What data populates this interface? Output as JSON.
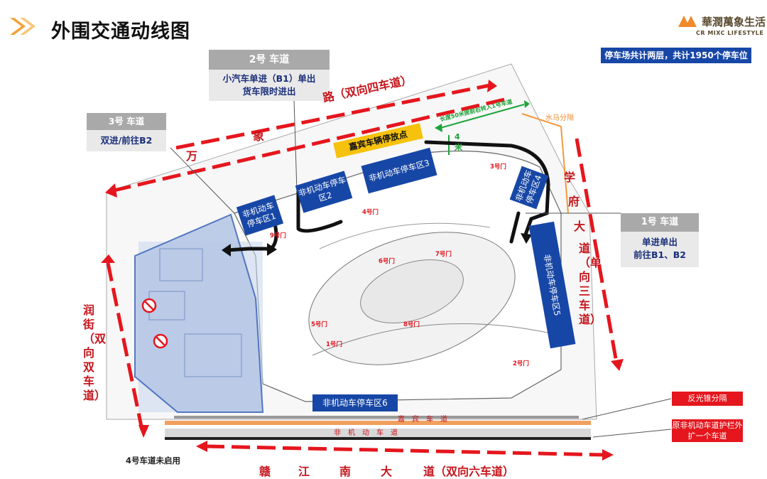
{
  "title": "外围交通动线图",
  "brand": {
    "cn": "華潤萬象生活",
    "en": "CR MIXC LIFESTYLE"
  },
  "info_parking": "停车场共计两层，共计1950个停车位",
  "lanes": {
    "lane2": {
      "header": "2号 车道",
      "line1": "小汽车单进（B1）单出",
      "line2": "货车限时进出"
    },
    "lane3": {
      "header": "3号 车道",
      "line1": "双进/前往B2"
    },
    "lane1": {
      "header": "1号 车道",
      "line1": "单进单出",
      "line2": "前往B1、B2"
    },
    "lane4": "4号车道未启用"
  },
  "zones": {
    "z1": "非机动车停车区1",
    "z2": "非机动车停车区2",
    "z3": "非机动车停车区3",
    "z4": "非机动车停车区4",
    "z5": "非机动车停车区5",
    "z6": "非机动车停车区6"
  },
  "vip_parking": "嘉宾车辆停放点",
  "vip_lane": "嘉　宾　车　道",
  "nonmotor_lane": "非　机　动　车　道",
  "dims": {
    "green_note": "长度50米提前右转入1号车道",
    "four_m": "4",
    "meter": "米"
  },
  "water_barrier": "水马分隔",
  "reflective_cone": "反光锥分隔",
  "extend_note": "原非机动车道护栏外扩一个车道",
  "roads": {
    "wanxiang": [
      "万",
      "象",
      "路（双向四车道）"
    ],
    "xuefu": [
      "学",
      "府",
      "大",
      "道（单向三车道）"
    ],
    "runjie": "润街（双向双车道）",
    "ganjiang": [
      "赣",
      "江",
      "南",
      "大",
      "道（双向六车道）"
    ]
  },
  "gates": {
    "g1": "1号门",
    "g2": "2号门",
    "g3": "3号门",
    "g4": "4号门",
    "g5": "5号门",
    "g6": "6号门",
    "g7": "7号门",
    "g8": "8号门",
    "g9": "9号门"
  }
}
